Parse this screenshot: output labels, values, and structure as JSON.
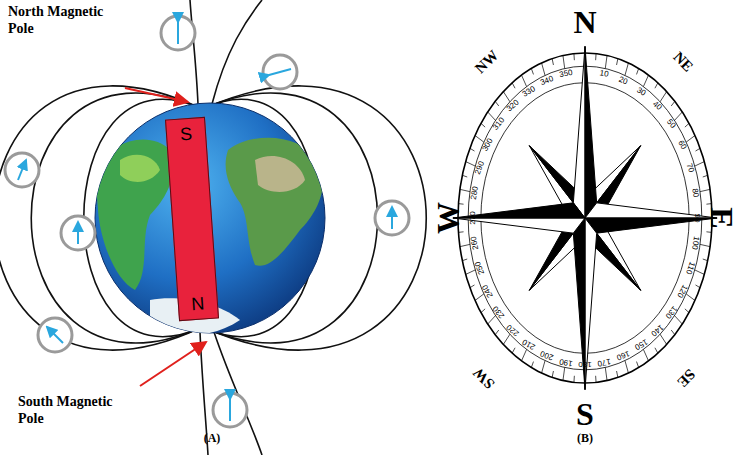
{
  "diagram": {
    "nodes": [
      {
        "text": [
          "S",
          "N"
        ]
      }
    ],
    "labels": [
      "North Magnetic Pole",
      "South Magnetic Pole",
      "(A)",
      "N",
      "NE",
      "E",
      "SE",
      "S",
      "SW",
      "W",
      "NW",
      "10",
      "20",
      "30",
      "40",
      "50",
      "60",
      "70",
      "80",
      "90",
      "100",
      "110",
      "120",
      "130",
      "140",
      "150",
      "160",
      "170",
      "180",
      "190",
      "200",
      "210",
      "220",
      "230",
      "240",
      "250",
      "260",
      "270",
      "280",
      "290",
      "300",
      "310",
      "320",
      "330",
      "340",
      "350",
      "(B)"
    ]
  }
}
